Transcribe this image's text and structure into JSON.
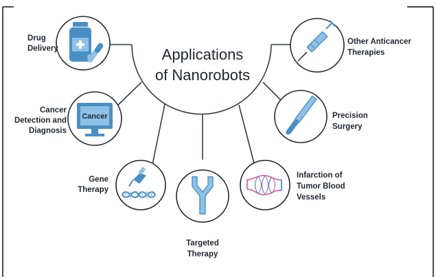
{
  "title": {
    "line1": "Applications",
    "line2": "of Nanorobots"
  },
  "applications": [
    {
      "id": "drug-delivery",
      "lines": [
        "Drug",
        "Delivery"
      ],
      "icon": "pill-bottle-icon"
    },
    {
      "id": "cancer-detection",
      "lines": [
        "Cancer",
        "Detection and",
        "Diagnosis"
      ],
      "icon": "monitor-icon",
      "screen_text": "Cancer"
    },
    {
      "id": "gene-therapy",
      "lines": [
        "Gene",
        "Therapy"
      ],
      "icon": "dna-pipette-icon"
    },
    {
      "id": "targeted-therapy",
      "lines": [
        "Targeted",
        "Therapy"
      ],
      "icon": "antibody-icon"
    },
    {
      "id": "infarction",
      "lines": [
        "Infarction of",
        "Tumor Blood",
        "Vessels"
      ],
      "icon": "blood-vessel-icon"
    },
    {
      "id": "precision-surgery",
      "lines": [
        "Precision",
        "Surgery"
      ],
      "icon": "scalpel-icon"
    },
    {
      "id": "other-anticancer",
      "lines": [
        "Other Anticancer",
        "Therapies"
      ],
      "icon": "syringe-icon"
    }
  ],
  "colors": {
    "icon_blue": "#4a8fc4",
    "icon_light_blue": "#8fc1e6",
    "vessel_pink": "#d86aa8",
    "outline": "#1f2530"
  }
}
